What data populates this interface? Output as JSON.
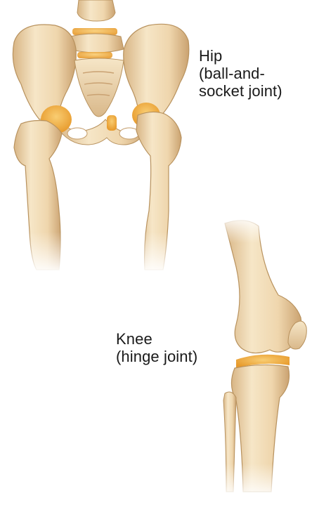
{
  "labels": {
    "hip": {
      "line1": "Hip",
      "line2": "(ball-and-",
      "line3": "socket joint)"
    },
    "knee": {
      "line1": "Knee",
      "line2": "(hinge joint)"
    }
  },
  "colors": {
    "bone": "#f1dcb8",
    "bone_shadow": "#d9b98a",
    "bone_outline": "#b8925e",
    "cartilage": "#f0b04a",
    "text": "#1a1a1a"
  }
}
